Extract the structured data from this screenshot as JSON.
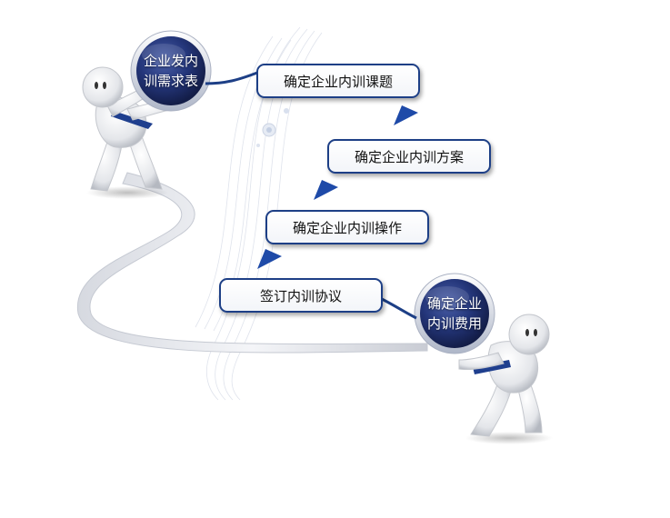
{
  "start_node": {
    "line1": "企业发内",
    "line2": "训需求表"
  },
  "end_node": {
    "line1": "确定企业",
    "line2": "内训费用"
  },
  "steps": [
    "确定企业内训课题",
    "确定企业内训方案",
    "确定企业内训操作",
    "签订内训协议"
  ],
  "colors": {
    "circle_blue": "#22336f",
    "border_blue": "#1d3f86",
    "arrow_blue": "#1e4aa8",
    "ribbon_grey": "#c7cbd4"
  },
  "icons": {
    "figure": "white-3d-person-figure",
    "arrow": "triangle-arrow"
  }
}
